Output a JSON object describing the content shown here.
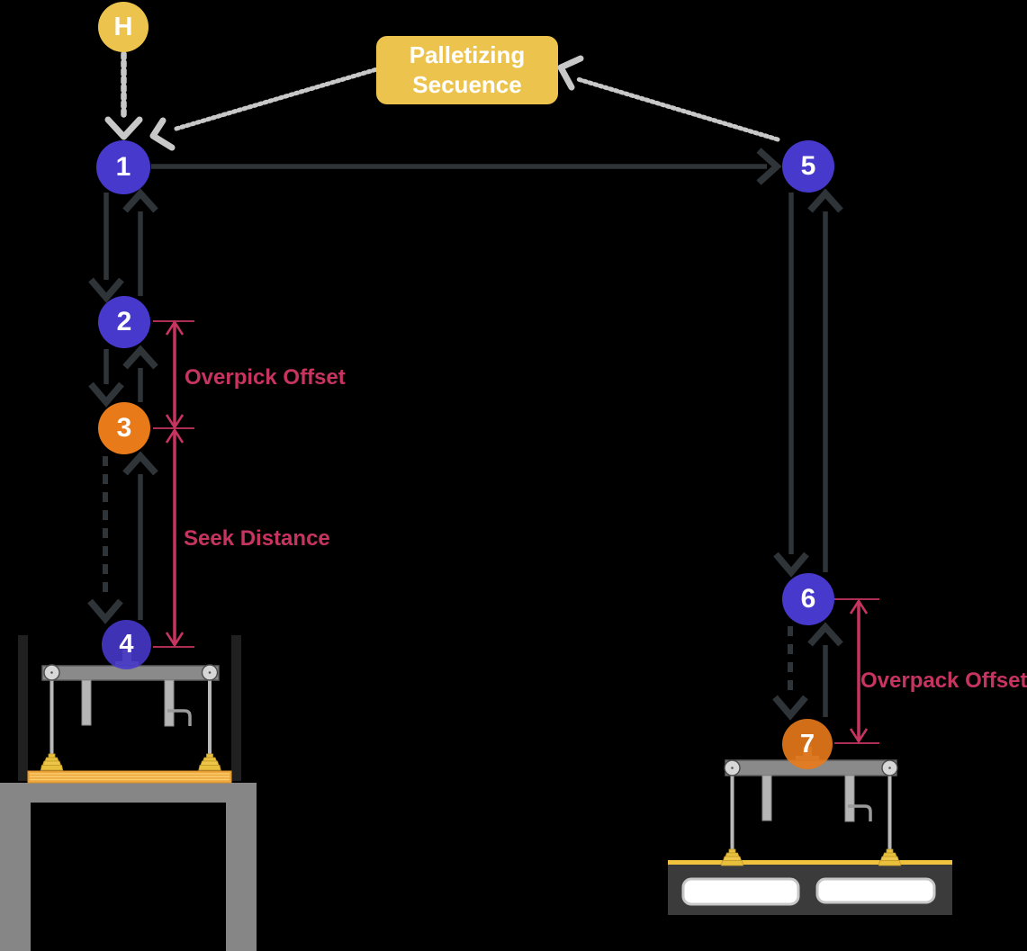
{
  "sequence_box": {
    "line1": "Palletizing",
    "line2": "Secuence"
  },
  "nodes": {
    "home": {
      "label": "H"
    },
    "n1": {
      "label": "1"
    },
    "n2": {
      "label": "2"
    },
    "n3": {
      "label": "3"
    },
    "n4": {
      "label": "4"
    },
    "n5": {
      "label": "5"
    },
    "n6": {
      "label": "6"
    },
    "n7": {
      "label": "7"
    }
  },
  "annotations": {
    "overpick": "Overpick Offset",
    "seek": "Seek Distance",
    "overpack": "Overpack Offset"
  },
  "colors": {
    "waypoint_blue": "#4839CD",
    "action_orange": "#E87A1A",
    "home_yellow": "#ECC44D",
    "arrow_dark": "#2F3438",
    "dotted_light": "#C8C8C8",
    "measure_crimson": "#C6345F",
    "background": "#000000"
  }
}
